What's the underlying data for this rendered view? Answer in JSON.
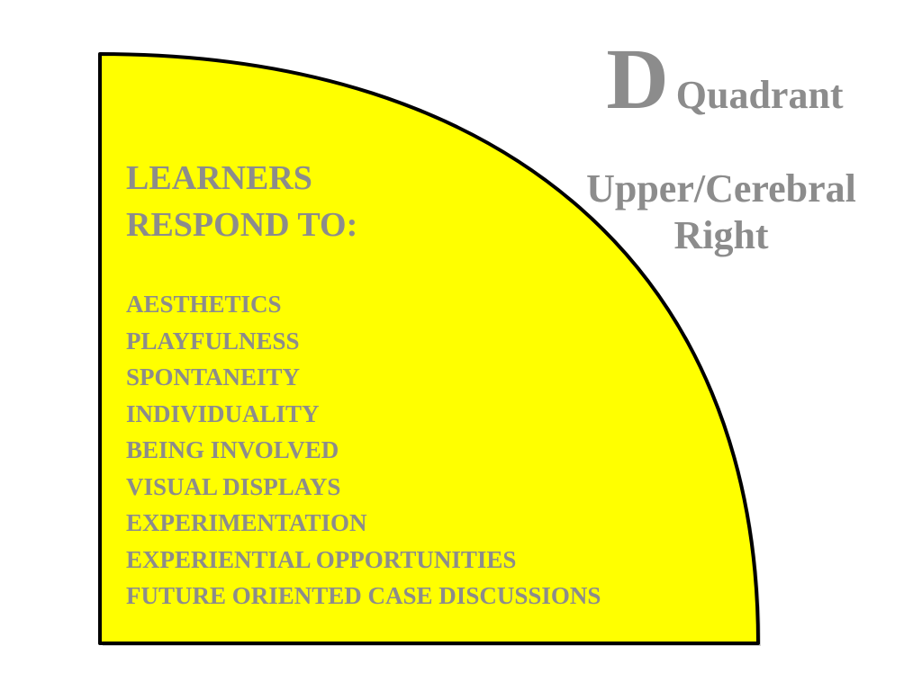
{
  "colors": {
    "quadrant_fill": "#ffff00",
    "quadrant_stroke": "#000000",
    "text": "#8c8c8c"
  },
  "title": {
    "letter": "D",
    "word": "Quadrant"
  },
  "subtitle": {
    "line1": "Upper/Cerebral",
    "line2": "Right"
  },
  "heading": {
    "line1": "LEARNERS",
    "line2": "RESPOND TO:"
  },
  "items": [
    "AESTHETICS",
    "PLAYFULNESS",
    "SPONTANEITY",
    "INDIVIDUALITY",
    "BEING INVOLVED",
    "VISUAL DISPLAYS",
    "EXPERIMENTATION",
    "EXPERIENTIAL OPPORTUNITIES",
    "FUTURE ORIENTED CASE DISCUSSIONS"
  ]
}
